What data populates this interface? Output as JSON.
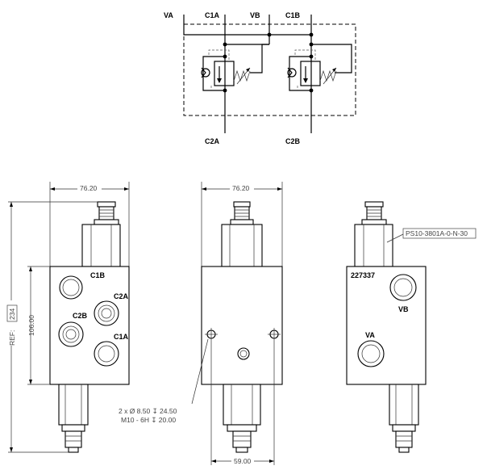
{
  "schematic": {
    "port_va": "VA",
    "port_c1a_top": "C1A",
    "port_vb": "VB",
    "port_c1b_top": "C1B",
    "port_c2a": "C2A",
    "port_c2b": "C2B"
  },
  "views": {
    "left": {
      "width_dim": "76.20",
      "height_dim": "106.00",
      "ref_prefix": "REF:",
      "ref_value": "234",
      "ports": {
        "c1b": "C1B",
        "c2a": "C2A",
        "c2b": "C2B",
        "c1a": "C1A"
      }
    },
    "center": {
      "width_dim": "76.20",
      "bottom_dim": "59.00",
      "note_line1": "2 x Ø 8.50 ↧ 24.50",
      "note_line2": "M10 - 6H ↧ 20.00"
    },
    "right": {
      "part_number": "227337",
      "cartridge_code": "PS10-3801A-0-N-30",
      "ports": {
        "vb": "VB",
        "va": "VA"
      }
    }
  }
}
